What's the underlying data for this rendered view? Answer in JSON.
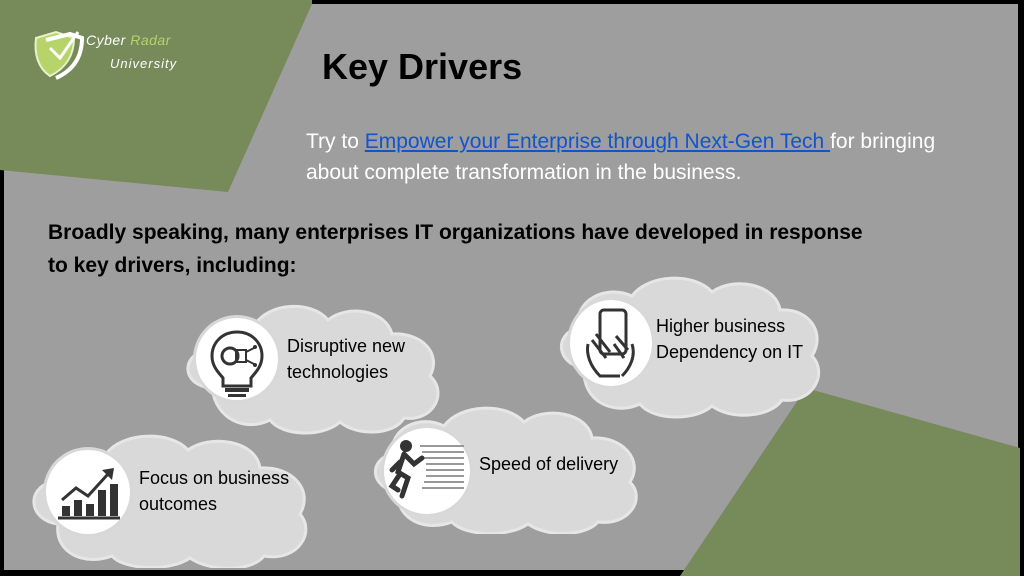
{
  "logo": {
    "line1_a": "Cyber",
    "line1_b": "Radar",
    "line2": "University"
  },
  "title": "Key Drivers",
  "intro": {
    "prefix": "Try to ",
    "link_text": "Empower your Enterprise through Next-Gen Tech ",
    "suffix": "for bringing about complete transformation in the business."
  },
  "lead": "Broadly speaking, many enterprises IT organizations have developed in response to key drivers, including:",
  "drivers": [
    {
      "line1": "Disruptive new",
      "line2": "technologies",
      "icon": "lightbulb-circuit-icon"
    },
    {
      "line1": "Higher business",
      "line2": "Dependency on IT",
      "icon": "hands-phone-icon"
    },
    {
      "line1": "Focus on business",
      "line2": "outcomes",
      "icon": "growth-chart-icon"
    },
    {
      "line1": "Speed of delivery",
      "line2": "",
      "icon": "running-man-icon"
    }
  ],
  "colors": {
    "background": "#9e9e9e",
    "accent_green": "#778a5a",
    "link": "#1155cc",
    "logo_accent": "#b7d46a"
  }
}
